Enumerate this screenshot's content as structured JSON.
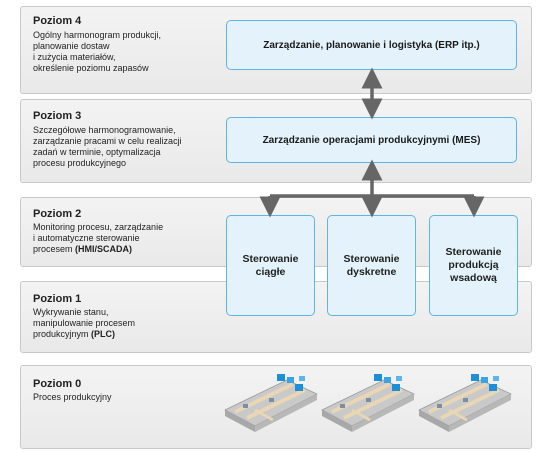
{
  "levels": [
    {
      "title": "Poziom 4",
      "desc": "Ogólny harmonogram produkcji,\nplanowanie dostaw\ni zużycia materiałów,\nokreślenie poziomu zapasów"
    },
    {
      "title": "Poziom 3",
      "desc": "Szczegółowe harmonogramowanie,\nzarządzanie pracami w celu realizacji\nzadań w terminie, optymalizacja\nprocesu produkcyjnego"
    },
    {
      "title": "Poziom 2",
      "desc": "Monitoring procesu, zarządzanie\ni automatyczne sterowanie\nprocesem ",
      "desc_bold": "(HMI/SCADA)"
    },
    {
      "title": "Poziom 1",
      "desc": "Wykrywanie stanu,\nmanipulowanie procesem\nprodukcyjnym ",
      "desc_bold": "(PLC)"
    },
    {
      "title": "Poziom 0",
      "desc": "Proces produkcyjny"
    }
  ],
  "erp": "Zarządzanie, planowanie i logistyka (ERP itp.)",
  "mes": "Zarządzanie operacjami produkcyjnymi (MES)",
  "controls": [
    "Sterowanie\nciągłe",
    "Sterowanie\ndyskretne",
    "Sterowanie\nprodukcją\nwsadową"
  ],
  "colors": {
    "box_border": "#5eb5e3",
    "box_fill": "#e4f3fb",
    "arrow": "#666666"
  },
  "icons": [
    "production-line-icon",
    "production-line-icon",
    "production-line-icon"
  ]
}
